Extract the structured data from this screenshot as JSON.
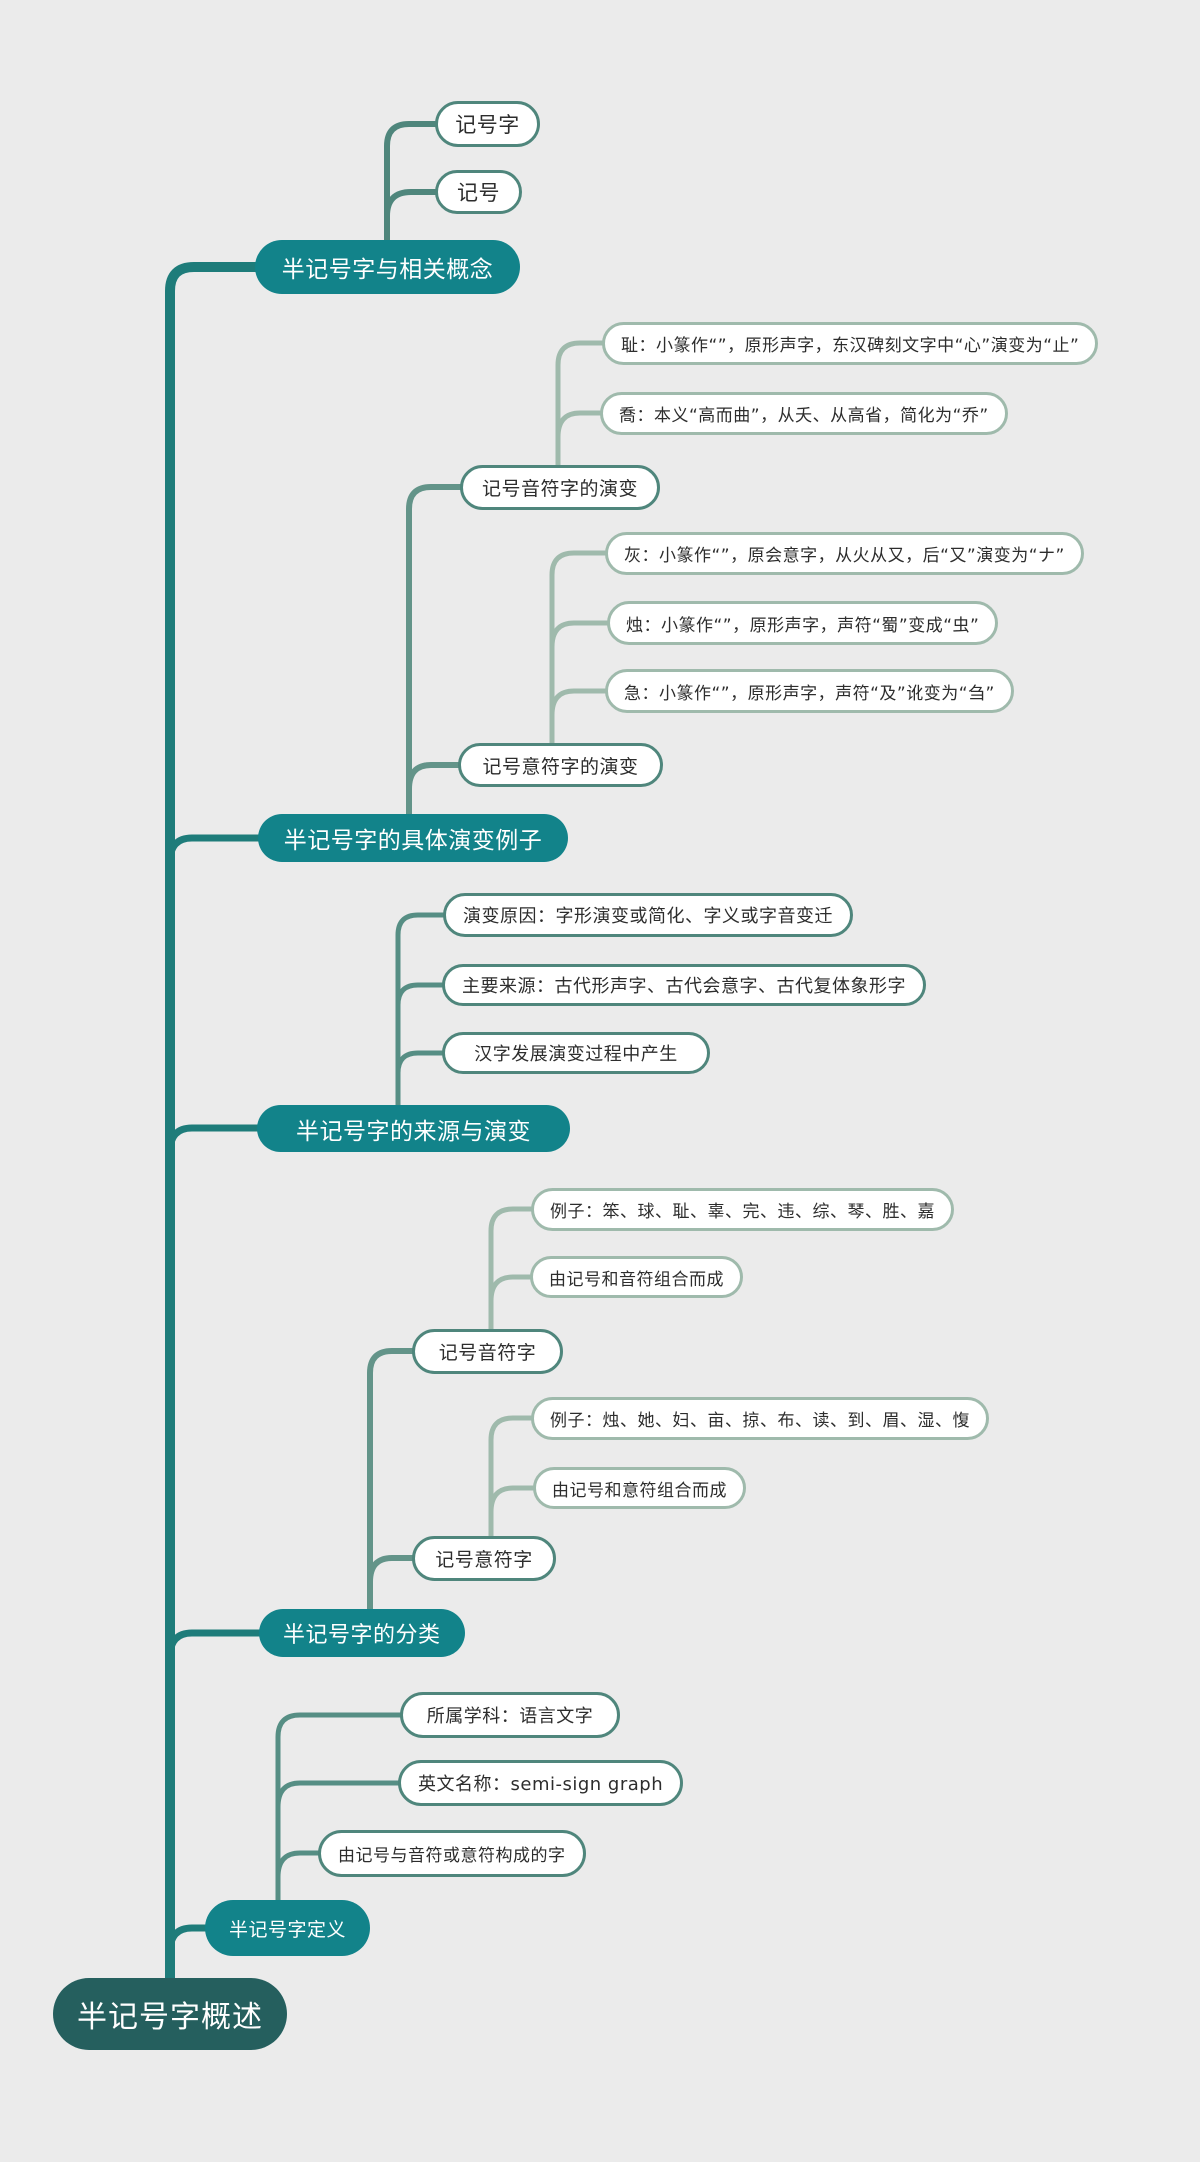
{
  "title": "半记号字概述思维导图",
  "colors": {
    "background": "#ebebeb",
    "spine": "#1e7c7a",
    "branch_fill": "#12838a",
    "root_fill": "#255f5e",
    "level2_border": "#4f867c",
    "level3_border": "#9fbaac",
    "branch_text": "#ffffff",
    "leaf_text": "#2d2d2d"
  },
  "root": {
    "label": "半记号字概述"
  },
  "branches": [
    {
      "label": "半记号字与相关概念",
      "children": [
        {
          "label": "记号字"
        },
        {
          "label": "记号"
        }
      ]
    },
    {
      "label": "半记号字的具体演变例子",
      "children": [
        {
          "label": "记号音符字的演变",
          "children": [
            {
              "label": "耻：小篆作“”，原形声字，东汉碑刻文字中“心”演变为“止”"
            },
            {
              "label": "喬：本义“高而曲”，从夭、从高省，简化为“乔”"
            }
          ]
        },
        {
          "label": "记号意符字的演变",
          "children": [
            {
              "label": "灰：小篆作“”，原会意字，从火从又，后“又”演变为“ナ”"
            },
            {
              "label": "烛：小篆作“”，原形声字，声符“蜀”变成“虫”"
            },
            {
              "label": "急：小篆作“”，原形声字，声符“及”讹变为“刍”"
            }
          ]
        }
      ]
    },
    {
      "label": "半记号字的来源与演变",
      "children": [
        {
          "label": "演变原因：字形演变或简化、字义或字音变迁"
        },
        {
          "label": "主要来源：古代形声字、古代会意字、古代复体象形字"
        },
        {
          "label": "汉字发展演变过程中产生"
        }
      ]
    },
    {
      "label": "半记号字的分类",
      "children": [
        {
          "label": "记号音符字",
          "children": [
            {
              "label": "例子：笨、球、耻、辜、完、违、综、琴、胜、嘉"
            },
            {
              "label": "由记号和音符组合而成"
            }
          ]
        },
        {
          "label": "记号意符字",
          "children": [
            {
              "label": "例子：烛、她、妇、亩、掠、布、读、到、眉、湿、愎"
            },
            {
              "label": "由记号和意符组合而成"
            }
          ]
        }
      ]
    },
    {
      "label": "半记号字定义",
      "children": [
        {
          "label": "所属学科：语言文字"
        },
        {
          "label": "英文名称：semi-sign graph"
        },
        {
          "label": "由记号与音符或意符构成的字"
        }
      ]
    }
  ]
}
